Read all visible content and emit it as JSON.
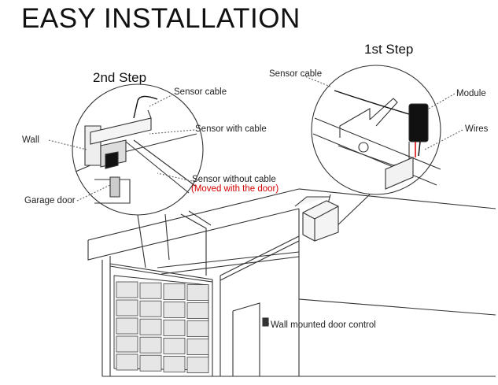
{
  "title": "EASY INSTALLATION",
  "steps": {
    "first": "1st Step",
    "second": "2nd Step"
  },
  "labels": {
    "sensor_cable_left": "Sensor cable",
    "sensor_with_cable": "Sensor with cable",
    "wall": "Wall",
    "sensor_without_cable": "Sensor without cable",
    "moved_with_door": "(Moved with the door)",
    "garage_door": "Garage door",
    "sensor_cable_right": "Sensor cable",
    "module": "Module",
    "wires": "Wires",
    "wall_control": "Wall mounted door control"
  },
  "colors": {
    "text": "#111111",
    "accent_red": "#d40000",
    "line": "#333333"
  }
}
